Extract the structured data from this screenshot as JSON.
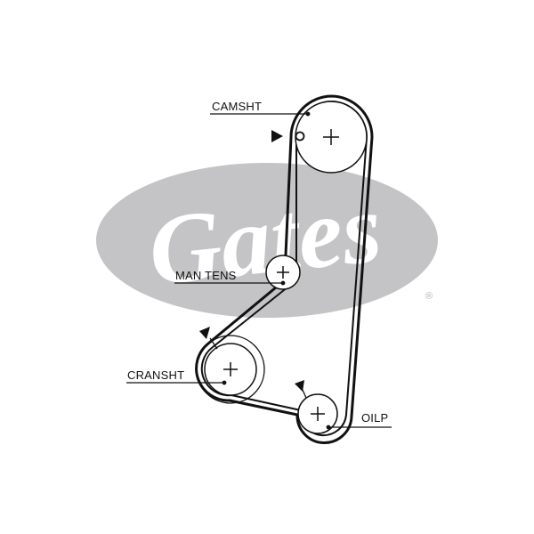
{
  "watermark": {
    "brand": "Gates",
    "registered_mark": "®",
    "color": "#c4c4c6"
  },
  "labels": {
    "camshaft": "CAMSHT",
    "tensioner": "MAN TENS",
    "crankshaft": "CRANSHT",
    "oil_pump": "OILP"
  },
  "colors": {
    "belt": "#111111",
    "line": "#111111"
  }
}
